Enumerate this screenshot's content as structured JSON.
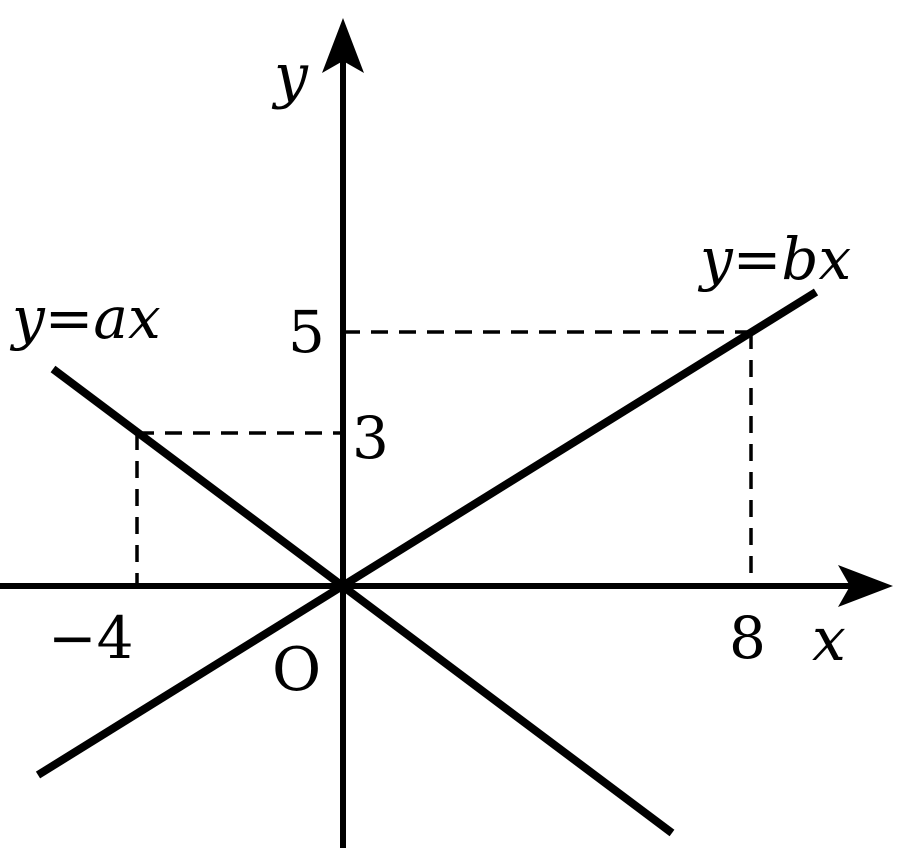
{
  "axes": {
    "x_label": "x",
    "y_label": "y",
    "origin_label": "O"
  },
  "lines": {
    "ax": {
      "label": "y=ax",
      "point": {
        "x": -4,
        "y": 3
      }
    },
    "bx": {
      "label": "y=bx",
      "point": {
        "x": 8,
        "y": 5
      }
    }
  },
  "ticks": {
    "x_neg": "−4",
    "x_pos": "8",
    "y_low": "3",
    "y_high": "5"
  }
}
